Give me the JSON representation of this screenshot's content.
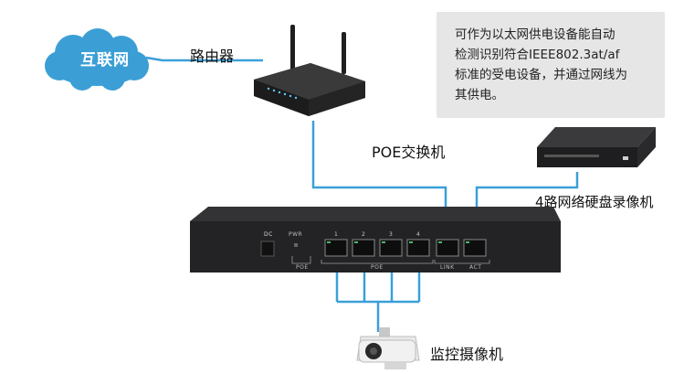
{
  "cloud": {
    "label": "互联网"
  },
  "router": {
    "label": "路由器"
  },
  "switch": {
    "label": "POE交换机",
    "dc_label": "DC",
    "pwr_label": "PWR",
    "poe_small_label": "POE",
    "port_numbers": [
      "1",
      "2",
      "3",
      "4"
    ],
    "poe_group_label": "POE",
    "link_label": "LINK",
    "act_label": "ACT"
  },
  "nvr": {
    "label": "4路网络硬盘录像机"
  },
  "camera": {
    "label": "监控摄像机"
  },
  "note": {
    "lines": [
      "可作为以太网供电设备能自动",
      "检测识别符合IEEE802.3at/af",
      "标准的受电设备，并通过网线为",
      "其供电。"
    ]
  },
  "colors": {
    "cable": "#3aa0d8",
    "cloud": "#3b9fd6",
    "device": "#2b2b2d"
  }
}
